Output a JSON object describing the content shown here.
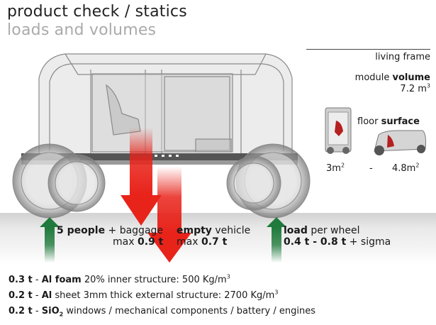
{
  "title": {
    "main": "product check / statics",
    "sub": "loads and volumes"
  },
  "side": {
    "living_frame": "living frame",
    "module_prefix": "module",
    "volume_word": "volume",
    "volume_value": "7.2 m",
    "volume_exp": "3",
    "floor_word": "floor",
    "surface_word": "surface",
    "area_min": "3m",
    "area_min_exp": "2",
    "dash": "-",
    "area_max": "4.8m",
    "area_max_exp": "2"
  },
  "loads": {
    "people": {
      "bold": "5 people",
      "rest": " + baggage",
      "max_label": "max",
      "max_value": "0.9 t"
    },
    "vehicle": {
      "bold": "empty",
      "rest": " vehicle",
      "max_label": "max",
      "max_value": "0.7 t"
    },
    "wheel": {
      "bold": "load",
      "rest": " per wheel",
      "range": "0.4 t - 0.8 t",
      "suffix": " + sigma"
    }
  },
  "materials": [
    {
      "mass": "0.3 t",
      "sep": " - ",
      "material": "Al foam",
      "desc": " 20% inner structure: 500 Kg/m",
      "exp": "3",
      "material_sub": "",
      "material_tail": ""
    },
    {
      "mass": "0.2 t",
      "sep": " - ",
      "material": "Al",
      "desc": " sheet 3mm thick external structure: 2700 Kg/m",
      "exp": "3",
      "material_sub": "",
      "material_tail": ""
    },
    {
      "mass": "0.2 t",
      "sep": " - ",
      "material": "SiO",
      "material_sub": "2",
      "material_tail": "",
      "desc": " windows / mechanical components / battery / engines",
      "exp": ""
    }
  ],
  "colors": {
    "red_arrow": "#e8231a",
    "green_arrow": "#1f7a3c",
    "frame_gray": "#8a8a8a"
  }
}
